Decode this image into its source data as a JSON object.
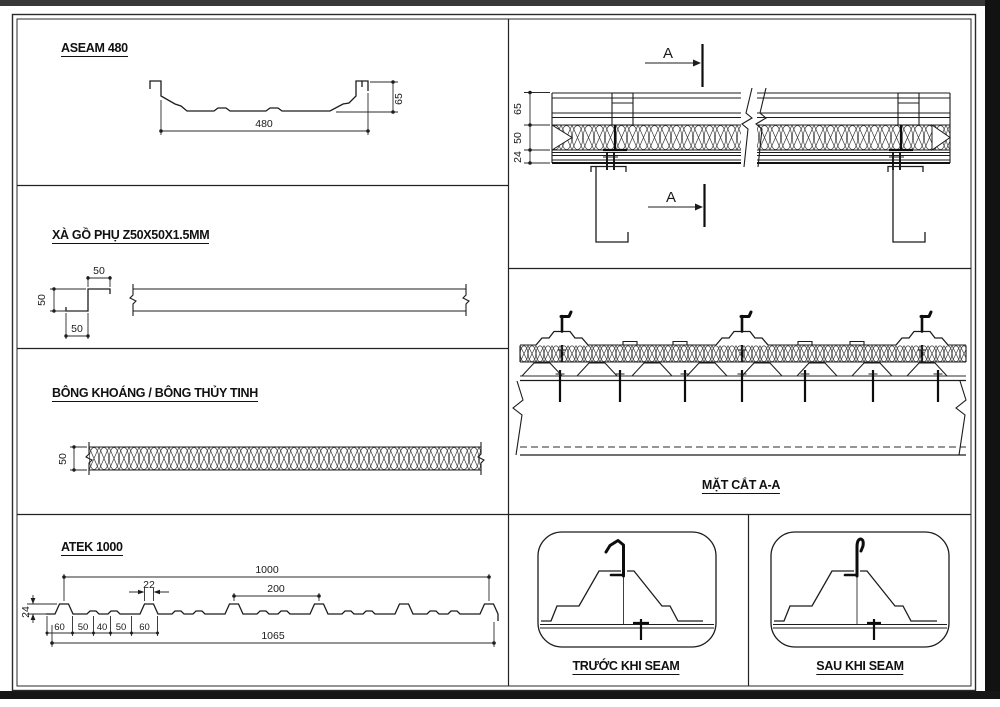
{
  "sheet": {
    "aseam": {
      "title": "ASEAM 480",
      "dim_width": "480",
      "dim_height": "65"
    },
    "purlin": {
      "title": "XÀ GỒ PHỤ Z50X50X1.5MM",
      "dim_top": "50",
      "dim_web": "50",
      "dim_bottom": "50"
    },
    "insulation": {
      "title": "BÔNG KHOÁNG / BÔNG THỦY TINH",
      "dim_thickness": "50"
    },
    "atek": {
      "title": "ATEK 1000",
      "dim_cover": "1000",
      "dim_module": "200",
      "dim_ribtop": "22",
      "dim_height": "24",
      "dim_overall": "1065",
      "pitch": [
        "60",
        "50",
        "40",
        "50",
        "60"
      ]
    },
    "section_view": {
      "cut_label": "A",
      "dim_panel": "65",
      "dim_insulation": "50",
      "dim_deck": "24"
    },
    "section_aa": {
      "title": "MẶT CẮT A-A"
    },
    "seam": {
      "before": "TRƯỚC KHI SEAM",
      "after": "SAU KHI SEAM"
    }
  }
}
